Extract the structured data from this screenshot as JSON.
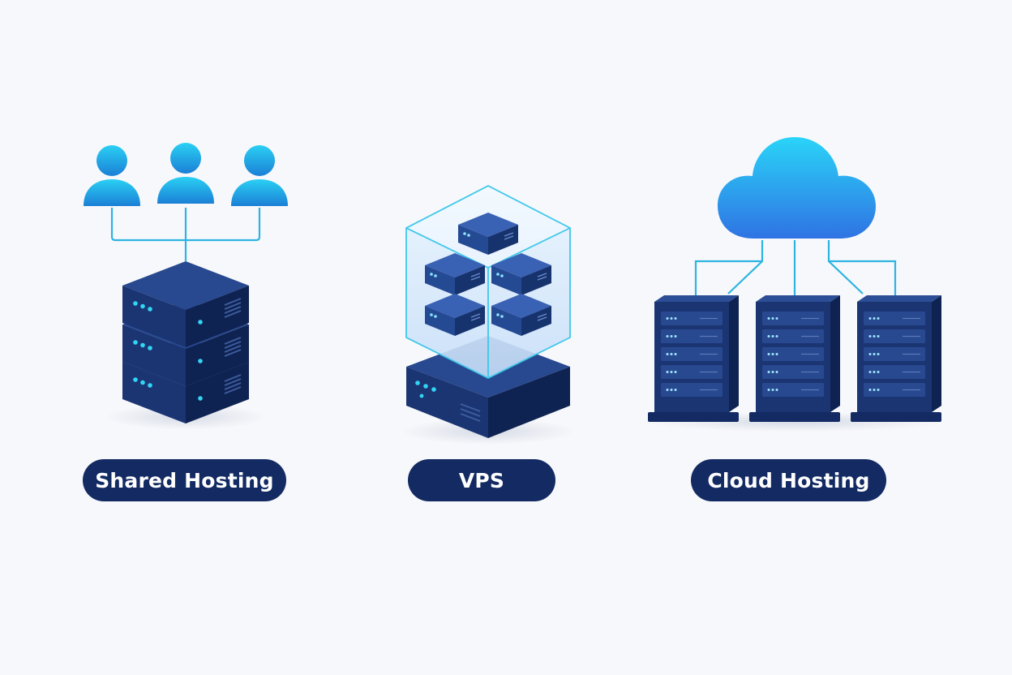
{
  "labels": {
    "shared": "Shared Hosting",
    "vps": "VPS",
    "cloud": "Cloud Hosting"
  },
  "colors": {
    "navy": "#132a63",
    "navy_top": "#28498f",
    "navy_right": "#0f2352",
    "navy_left": "#1b3573",
    "accent_cyan": "#32d6f5",
    "user_light": "#2ad0f4",
    "user_dark": "#1b7fd6",
    "connector": "#2db4e1",
    "cloud_light": "#2ad4f8",
    "cloud_dark": "#2f73e3",
    "background": "#f7f8fb"
  },
  "icons": {
    "users": "user-icon",
    "servers": "server-icon",
    "cloud": "cloud-icon",
    "vps_container": "cube-icon",
    "racks": "server-rack-icon"
  }
}
